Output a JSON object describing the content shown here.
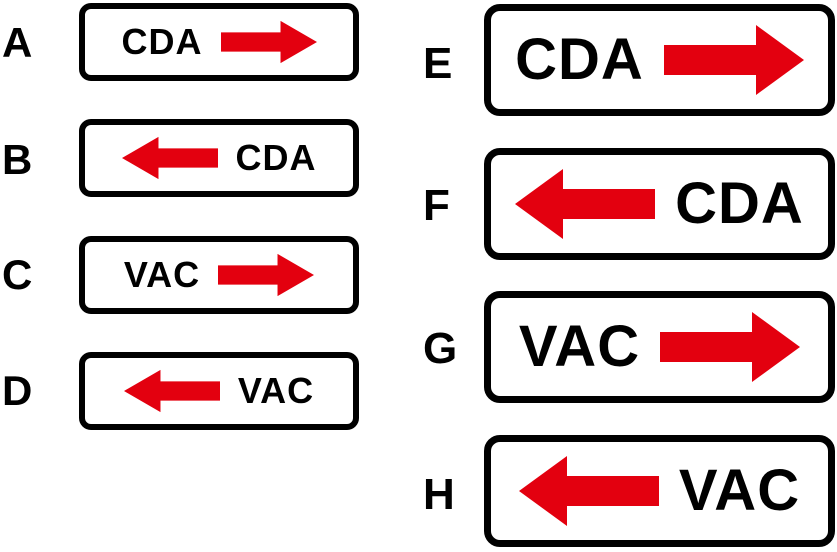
{
  "arrow_color": "#e3000f",
  "signs": [
    {
      "letter": "A",
      "text": "CDA",
      "direction": "right"
    },
    {
      "letter": "B",
      "text": "CDA",
      "direction": "left"
    },
    {
      "letter": "C",
      "text": "VAC",
      "direction": "right"
    },
    {
      "letter": "D",
      "text": "VAC",
      "direction": "left"
    },
    {
      "letter": "E",
      "text": "CDA",
      "direction": "right"
    },
    {
      "letter": "F",
      "text": "CDA",
      "direction": "left"
    },
    {
      "letter": "G",
      "text": "VAC",
      "direction": "right"
    },
    {
      "letter": "H",
      "text": "VAC",
      "direction": "left"
    }
  ]
}
